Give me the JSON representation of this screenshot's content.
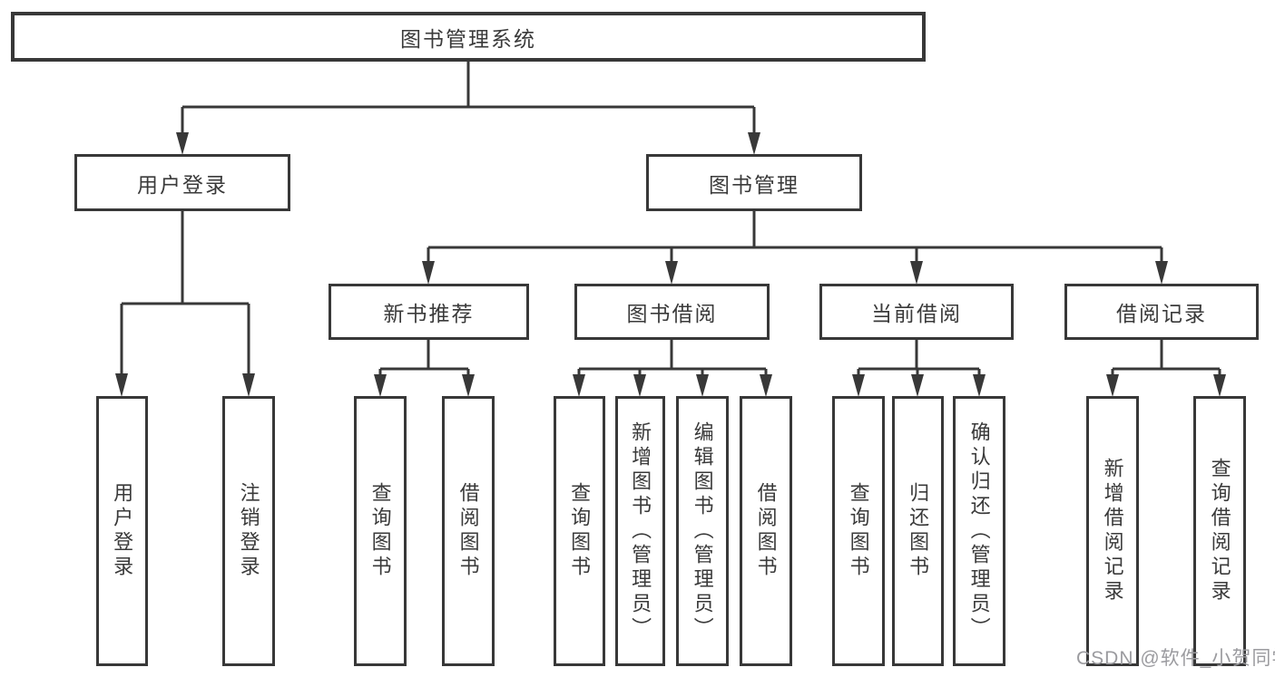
{
  "diagram_title": "图书管理系统",
  "tree": {
    "label": "图书管理系统",
    "children": [
      {
        "label": "用户登录",
        "children": [
          {
            "label": "用户登录"
          },
          {
            "label": "注销登录"
          }
        ]
      },
      {
        "label": "图书管理",
        "children": [
          {
            "label": "新书推荐",
            "children": [
              {
                "label": "查询图书"
              },
              {
                "label": "借阅图书"
              }
            ]
          },
          {
            "label": "图书借阅",
            "children": [
              {
                "label": "查询图书"
              },
              {
                "label": "新增图书（管理员）"
              },
              {
                "label": "编辑图书（管理员）"
              },
              {
                "label": "借阅图书"
              }
            ]
          },
          {
            "label": "当前借阅",
            "children": [
              {
                "label": "查询图书"
              },
              {
                "label": "归还图书"
              },
              {
                "label": "确认归还（管理员）"
              }
            ]
          },
          {
            "label": "借阅记录",
            "children": [
              {
                "label": "新增借阅记录"
              },
              {
                "label": "查询借阅记录"
              }
            ]
          }
        ]
      }
    ]
  },
  "watermark": {
    "text": "CSDN @软件_小贺同学"
  },
  "colors": {
    "line": "#383838",
    "text": "#3a3a3a",
    "watermark": "#9b9b9f",
    "background": "#ffffff"
  }
}
